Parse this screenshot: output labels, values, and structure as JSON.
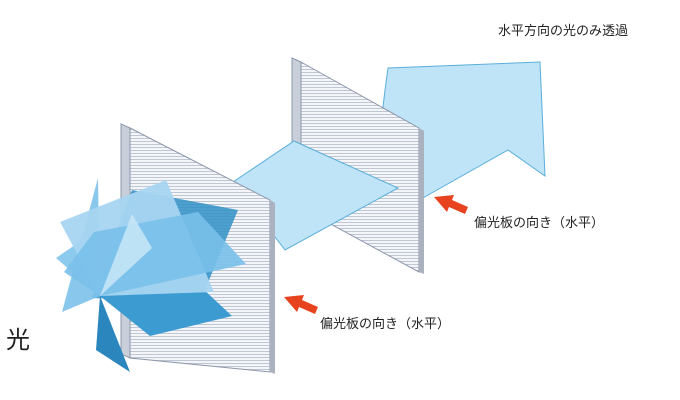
{
  "colors": {
    "beam": "#bfe4f7",
    "beam_edge": "#5aaedb",
    "plane_light": "#a6d5f1",
    "plane_mid": "#6ab8e6",
    "plane_dark": "#2f8fc6",
    "polarizer_face": "#f3f5f9",
    "polarizer_lines": "#b4bccb",
    "polarizer_edge": "#8d97aa",
    "arrow": "#e8431f"
  },
  "icons": {
    "orientation_arrow": "red-arrow-icon"
  },
  "labels": {
    "transmitted": "水平方向の光のみ透過",
    "polarizer_2": "偏光板の向き（水平）",
    "polarizer_1": "偏光板の向き（水平）",
    "light": "光"
  }
}
